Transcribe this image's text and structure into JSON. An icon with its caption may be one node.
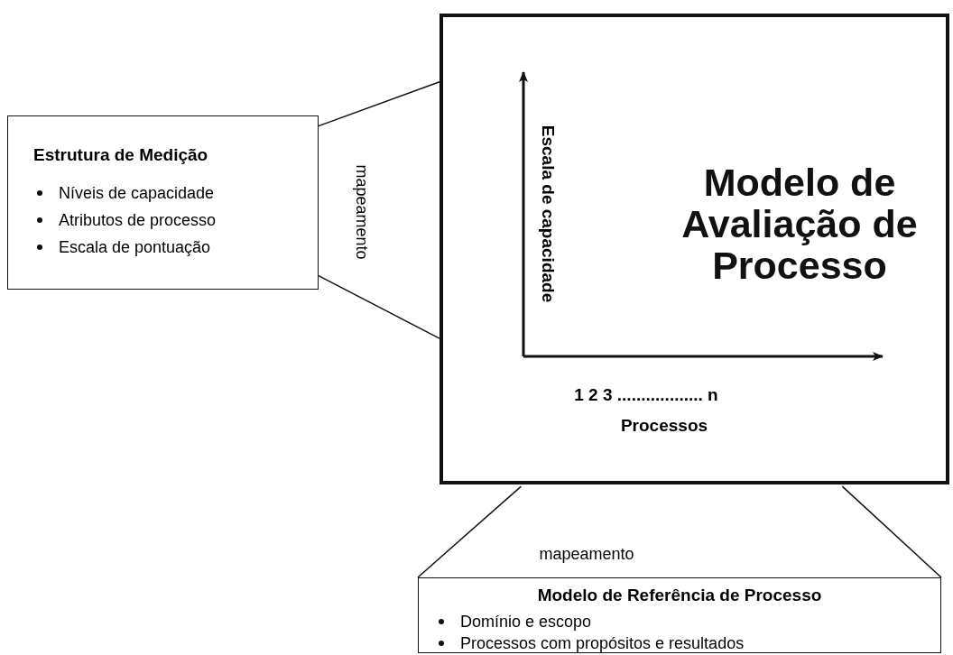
{
  "diagram": {
    "nodes": [
      {
        "text": [
          "Estrutura de Medição",
          "Níveis de capacidade",
          "Atributos de processo",
          "Escala de pontuação"
        ]
      },
      {
        "text": [
          "Modelo de Avaliação de Processo"
        ]
      },
      {
        "text": [
          "Modelo de Referência de Processo",
          "Domínio e escopo",
          "Processos com propósitos e resultados"
        ]
      }
    ],
    "edges": [
      {
        "from": 0,
        "to": 1,
        "arrow": "none"
      },
      {
        "from": 0,
        "to": 1,
        "arrow": "none",
        "label": "mapeamento"
      },
      {
        "from": 2,
        "to": 1,
        "arrow": "none",
        "label": "mapeamento"
      },
      {
        "from": 2,
        "to": 1,
        "arrow": "none"
      }
    ],
    "labels": [
      "Escala de capacidade",
      "1 2 3 .................. n",
      "Processos"
    ]
  }
}
